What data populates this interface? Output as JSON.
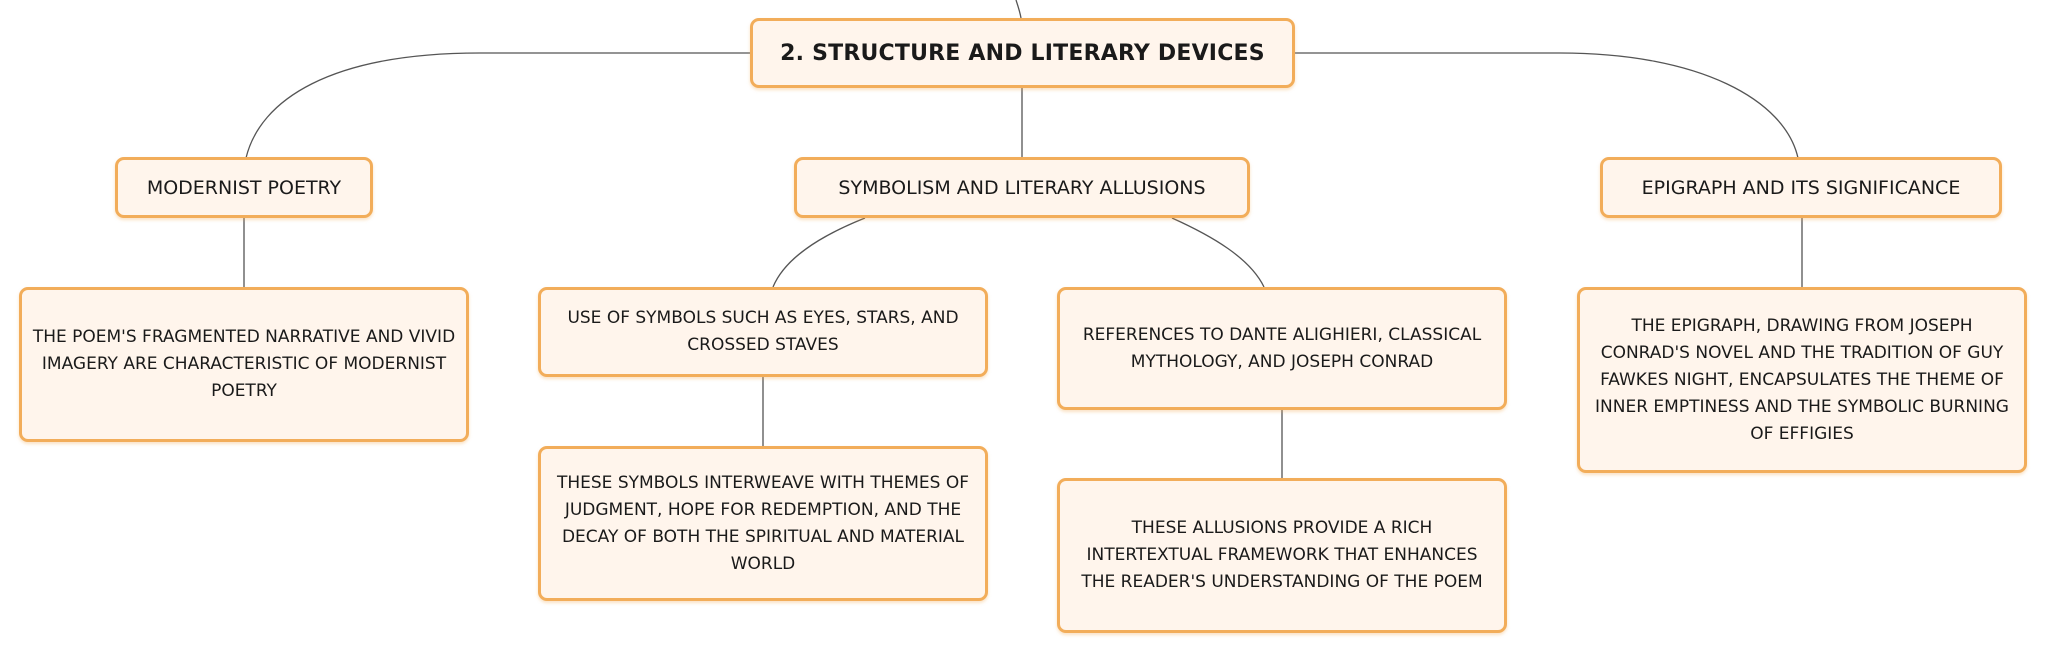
{
  "diagram": {
    "root": {
      "label": "2. STRUCTURE AND LITERARY DEVICES"
    },
    "branches": [
      {
        "label": "MODERNIST POETRY",
        "children": [
          {
            "label": "THE POEM'S FRAGMENTED NARRATIVE AND VIVID IMAGERY ARE CHARACTERISTIC OF MODERNIST POETRY"
          }
        ]
      },
      {
        "label": "SYMBOLISM AND LITERARY ALLUSIONS",
        "children": [
          {
            "label": "USE OF SYMBOLS SUCH AS EYES, STARS, AND CROSSED STAVES",
            "children": [
              {
                "label": "THESE SYMBOLS INTERWEAVE WITH THEMES OF JUDGMENT, HOPE FOR REDEMPTION, AND THE DECAY OF BOTH THE SPIRITUAL AND MATERIAL WORLD"
              }
            ]
          },
          {
            "label": "REFERENCES TO DANTE ALIGHIERI, CLASSICAL MYTHOLOGY, AND JOSEPH CONRAD",
            "children": [
              {
                "label": "THESE ALLUSIONS PROVIDE A RICH INTERTEXTUAL FRAMEWORK THAT ENHANCES THE READER'S UNDERSTANDING OF THE POEM"
              }
            ]
          }
        ]
      },
      {
        "label": "EPIGRAPH AND ITS SIGNIFICANCE",
        "children": [
          {
            "label": "THE EPIGRAPH, DRAWING FROM JOSEPH CONRAD'S NOVEL AND THE TRADITION OF GUY FAWKES NIGHT, ENCAPSULATES THE THEME OF INNER EMPTINESS AND THE SYMBOLIC BURNING OF EFFIGIES"
          }
        ]
      }
    ],
    "colors": {
      "node_fill": "#fff5ec",
      "node_border": "#f2ad5a",
      "connector": "#555555",
      "text": "#1a1a1a"
    }
  }
}
